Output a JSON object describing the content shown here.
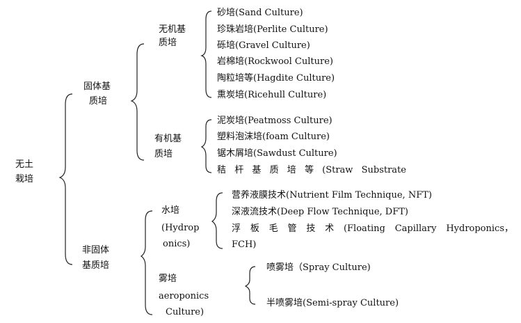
{
  "root": {
    "line1": "无土",
    "line2": "栽培"
  },
  "solid": {
    "label1": "固体基",
    "label2": "质培",
    "inorganic": {
      "label1": "无机基",
      "label2": "质培",
      "items": [
        "砂培(Sand Culture)",
        "珍珠岩培(Perlite Culture)",
        "砾培(Gravel Culture)",
        "岩棉培(Rockwool Culture)",
        "陶粒培等(Hagdite Culture)",
        "熏炭培(Ricehull Culture)"
      ]
    },
    "organic": {
      "label1": "有机基",
      "label2": "质培",
      "items": [
        "泥炭培(Peatmoss Culture)",
        "塑料泡沫培(foam Culture)",
        "锯木屑培(Sawdust Culture)"
      ],
      "last_item_words": [
        "秸",
        "杆",
        "基",
        "质",
        "培",
        "等",
        "(Straw",
        "Substrate"
      ]
    }
  },
  "nonsolid": {
    "label1": "非固体",
    "label2": "基质培",
    "hydroponics": {
      "label1": "水培",
      "label2": "(Hydrop",
      "label3": "onics)",
      "items": [
        "营养液膜技术(Nutrient Film Technique, NFT)",
        "深液流技术(Deep Flow Technique, DFT)"
      ],
      "fch_words": [
        "浮",
        "板",
        "毛",
        "管",
        "技",
        "术",
        "(Floating",
        "Capillary",
        "Hydroponics，"
      ],
      "fch_tail": "FCH)"
    },
    "aeroponics": {
      "label1": "雾培",
      "label2": "aeroponics",
      "label3": "Culture)",
      "items": [
        "喷雾培（Spray Culture)",
        "半喷雾培(Semi-spray Culture)"
      ]
    }
  }
}
